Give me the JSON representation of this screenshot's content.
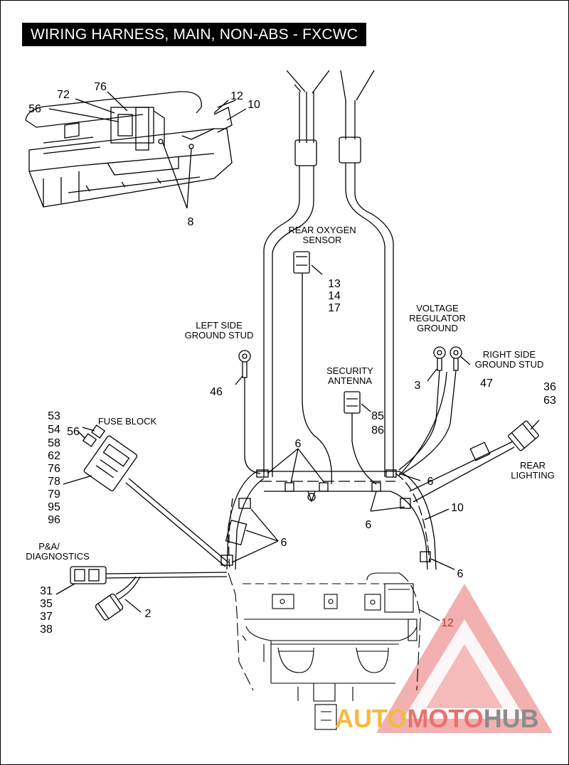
{
  "title": "WIRING HARNESS, MAIN, NON-ABS - FXCWC",
  "labels": {
    "rear_oxygen_sensor": [
      "REAR OXYGEN",
      "SENSOR"
    ],
    "left_side_ground_stud": [
      "LEFT SIDE",
      "GROUND STUD"
    ],
    "voltage_regulator_ground": [
      "VOLTAGE",
      "REGULATOR",
      "GROUND"
    ],
    "right_side_ground_stud": [
      "RIGHT SIDE",
      "GROUND STUD"
    ],
    "security_antenna": [
      "SECURITY",
      "ANTENNA"
    ],
    "fuse_block": "FUSE BLOCK",
    "rear_lighting": [
      "REAR",
      "LIGHTING"
    ],
    "pa_diagnostics": [
      "P&A/",
      "DIAGNOSTICS"
    ]
  },
  "callouts": {
    "inset_72": "72",
    "inset_76": "76",
    "inset_56": "56",
    "inset_12": "12",
    "inset_10": "10",
    "inset_8": "8",
    "oxygen_13": "13",
    "oxygen_14": "14",
    "oxygen_17": "17",
    "ground_46": "46",
    "ground_3": "3",
    "ground_47": "47",
    "antenna_85": "85",
    "antenna_86": "86",
    "lighting_36": "36",
    "lighting_63": "63",
    "fuse_list": [
      "53",
      "54",
      "58",
      "62",
      "76",
      "78",
      "79",
      "95",
      "96"
    ],
    "fuse_56": "56",
    "clip_6_top": "6",
    "clip_6_right": "6",
    "clip_6_mid": "6",
    "clip_6_left": "6",
    "clip_6_lower_right": "6",
    "conduit_10": "10",
    "diag_list": [
      "31",
      "35",
      "37",
      "38"
    ],
    "diag_2": "2",
    "tray_12": "12"
  },
  "watermark": {
    "part1": "AUTO",
    "part2": "MOTO",
    "part3": "HUB",
    "colors": {
      "auto": "#f5b942",
      "moto": "#e8716f",
      "hub": "#8c8c8c",
      "triangle": "#e8716f"
    }
  }
}
